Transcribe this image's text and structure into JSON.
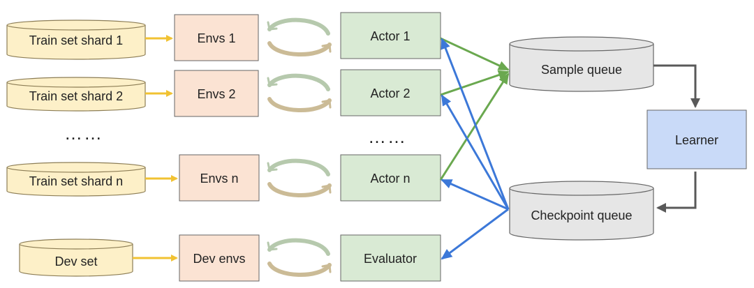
{
  "colors": {
    "shard_fill": "#fdf0c8",
    "shard_stroke": "#8c7d55",
    "env_fill": "#fbe3d3",
    "actor_fill": "#d9ead4",
    "queue_fill": "#e6e6e6",
    "learner_fill": "#c9daf8",
    "box_stroke": "#666666",
    "yellow_arrow": "#f1c232",
    "green_arrow": "#6aa84f",
    "blue_arrow": "#3c78d8",
    "gray_arrow": "#595959",
    "cycle_green": "#b6c9ad",
    "cycle_tan": "#cbbb96"
  },
  "datasets": [
    {
      "label": "Train set shard 1"
    },
    {
      "label": "Train set shard 2"
    },
    {
      "label": "Train set shard n"
    },
    {
      "label": "Dev set"
    }
  ],
  "envs": [
    {
      "label": "Envs 1"
    },
    {
      "label": "Envs 2"
    },
    {
      "label": "Envs n"
    },
    {
      "label": "Dev envs"
    }
  ],
  "actors": [
    {
      "label": "Actor 1"
    },
    {
      "label": "Actor 2"
    },
    {
      "label": "Actor n"
    },
    {
      "label": "Evaluator"
    }
  ],
  "ellipsis": "……",
  "sample_queue": {
    "label": "Sample queue"
  },
  "checkpoint_queue": {
    "label": "Checkpoint queue"
  },
  "learner": {
    "label": "Learner"
  }
}
